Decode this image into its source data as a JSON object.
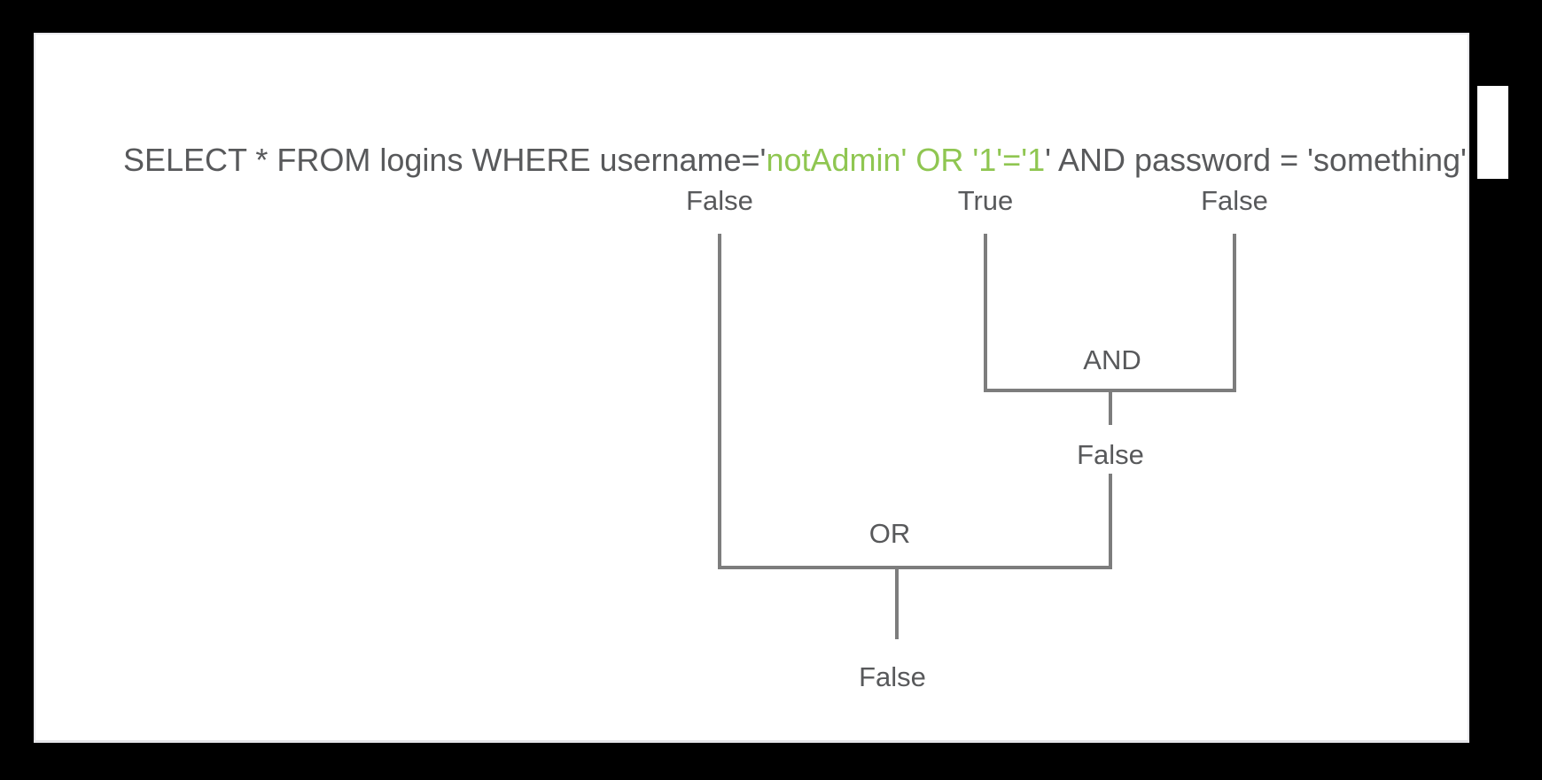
{
  "query": {
    "prefix": "SELECT * FROM logins WHERE username='",
    "injection": "notAdmin' OR '1'='1",
    "suffix": "' AND password = 'something'"
  },
  "tree": {
    "leaf_left": "False",
    "leaf_middle": "True",
    "leaf_right": "False",
    "and_label": "AND",
    "and_result": "False",
    "or_label": "OR",
    "or_result": "False"
  },
  "colors": {
    "background": "#000000",
    "card": "#ffffff",
    "card_border": "#e9e9ec",
    "text_dark": "#58595b",
    "injection_green": "#8fc651",
    "tree_line_gray": "#7d7d7d"
  }
}
